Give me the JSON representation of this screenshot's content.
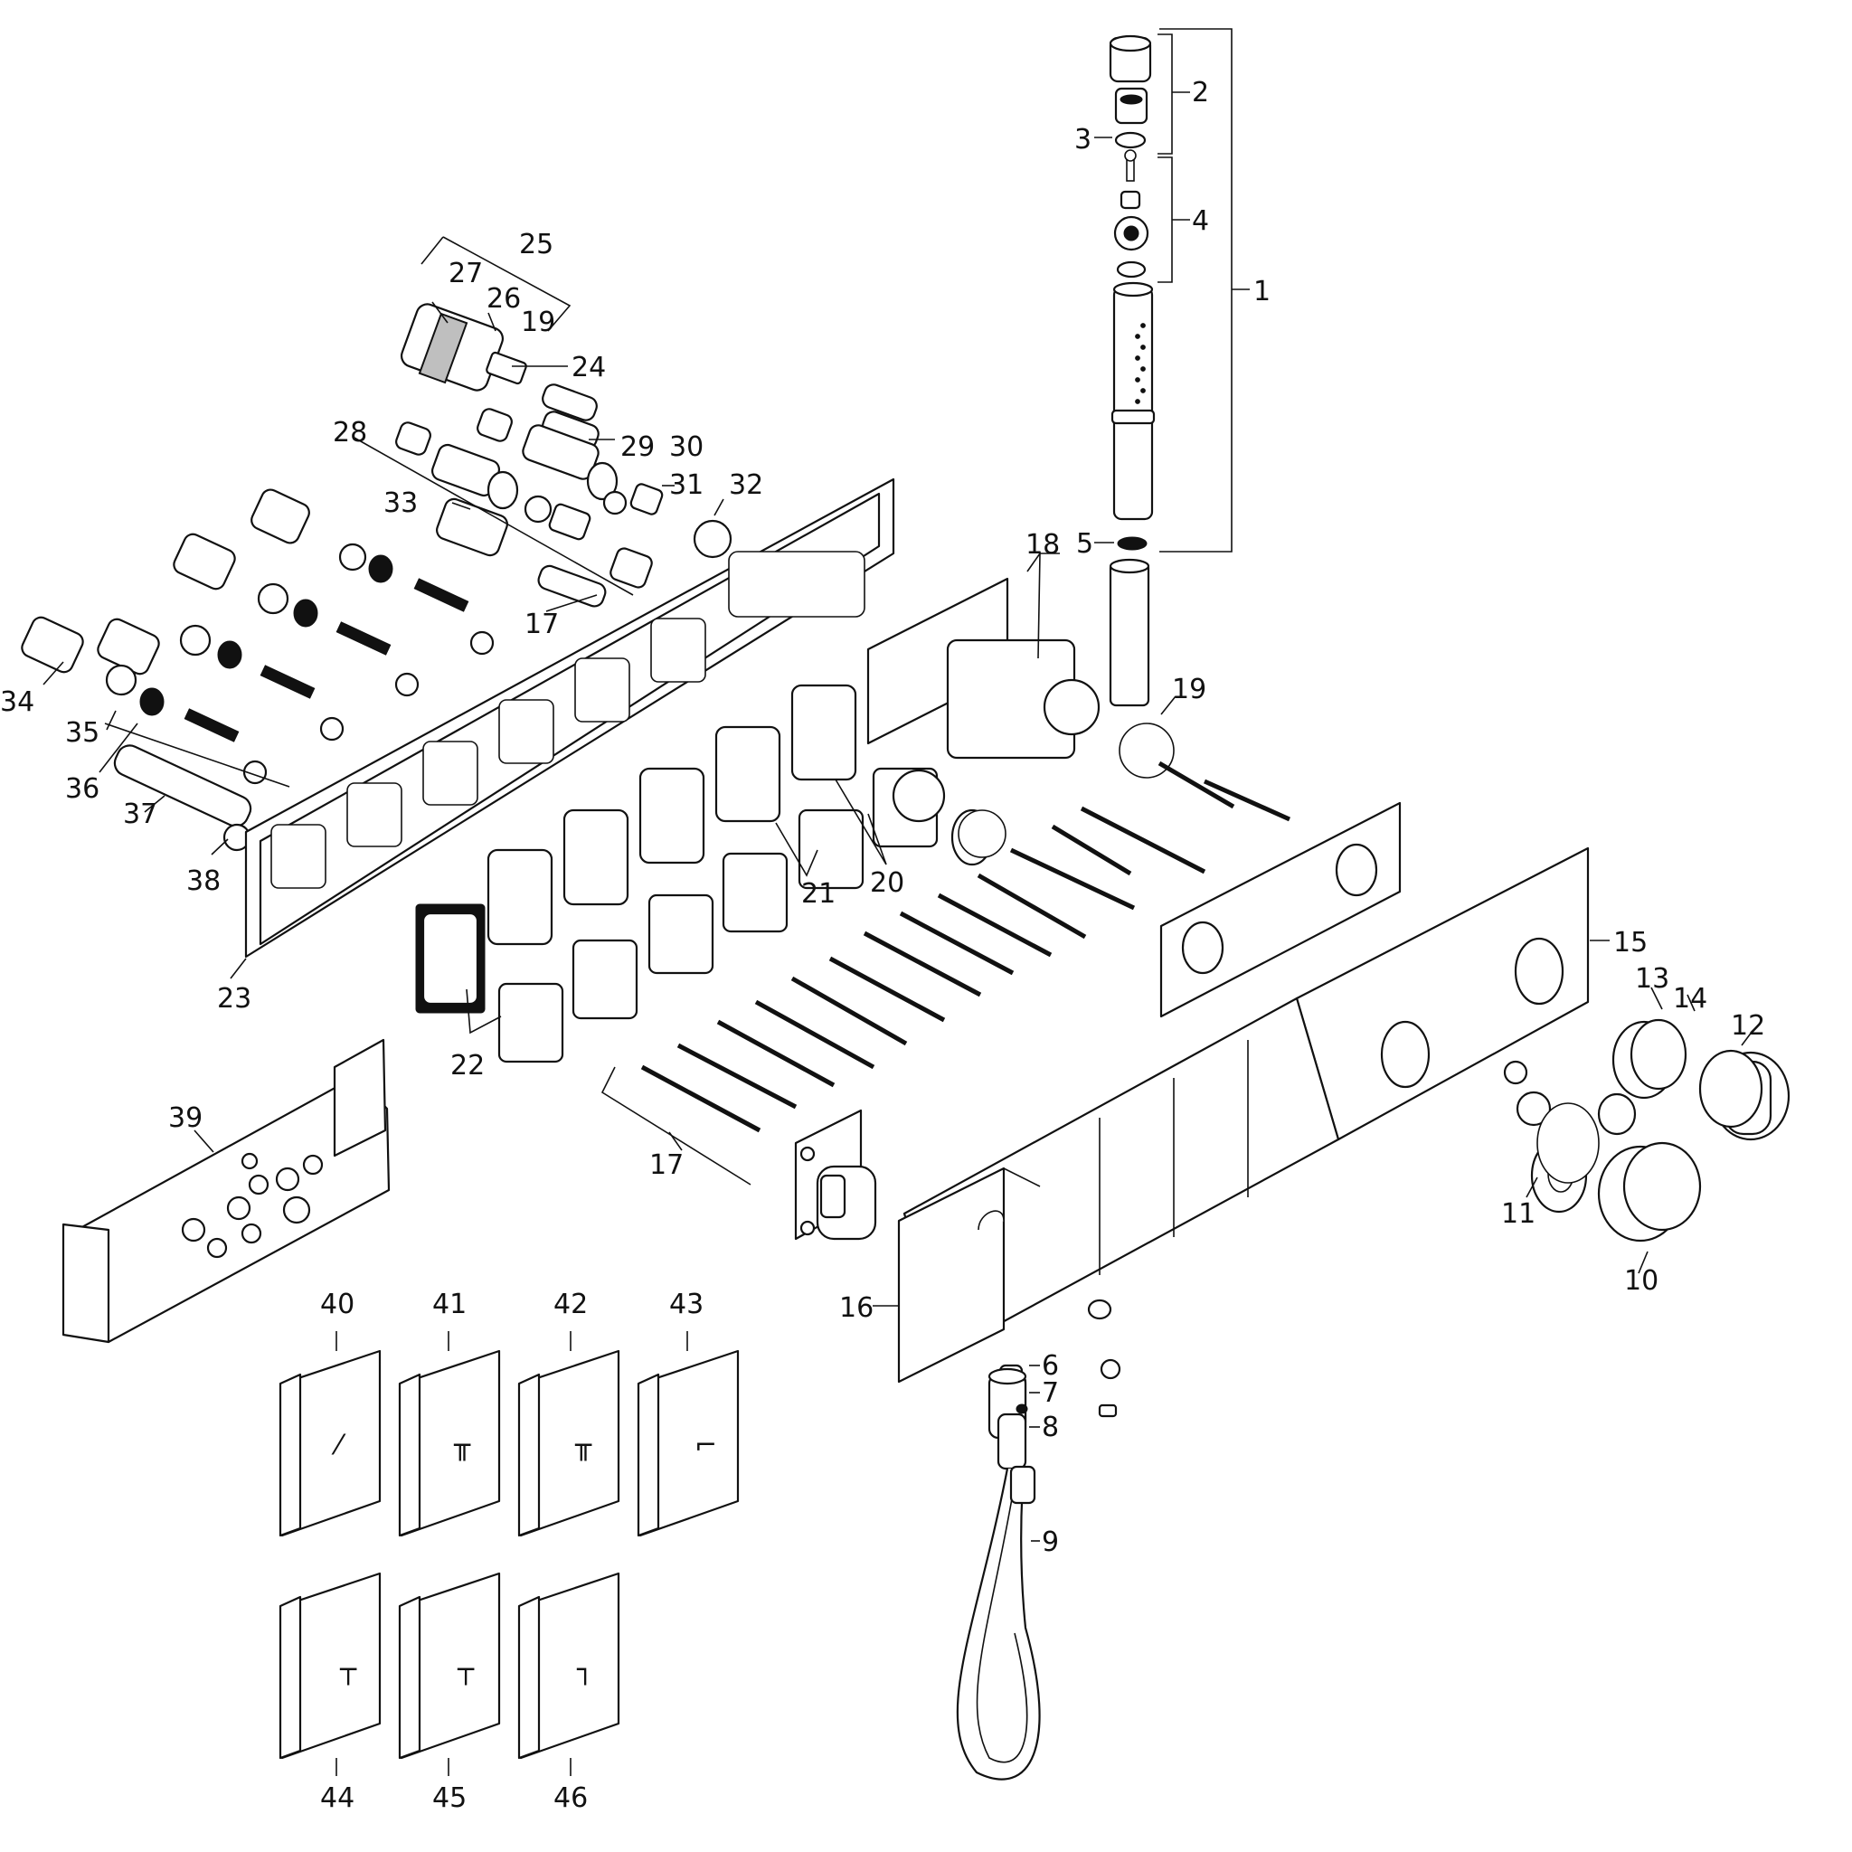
{
  "diagram": {
    "labels": {
      "n1": "1",
      "n2": "2",
      "n3": "3",
      "n4": "4",
      "n5": "5",
      "n6": "6",
      "n7": "7",
      "n8": "8",
      "n9": "9",
      "n10": "10",
      "n11": "11",
      "n12": "12",
      "n13": "13",
      "n14": "14",
      "n15": "15",
      "n16": "16",
      "n17a": "17",
      "n17b": "17",
      "n18": "18",
      "n19a": "19",
      "n19b": "19",
      "n20": "20",
      "n21": "21",
      "n22": "22",
      "n23": "23",
      "n24": "24",
      "n25": "25",
      "n26": "26",
      "n27": "27",
      "n28": "28",
      "n29": "29",
      "n30": "30",
      "n31": "31",
      "n32": "32",
      "n33": "33",
      "n34": "34",
      "n35": "35",
      "n36": "36",
      "n37": "37",
      "n38": "38",
      "n39": "39",
      "n40": "40",
      "n41": "41",
      "n42": "42",
      "n43": "43",
      "n44": "44",
      "n45": "45",
      "n46": "46"
    }
  }
}
